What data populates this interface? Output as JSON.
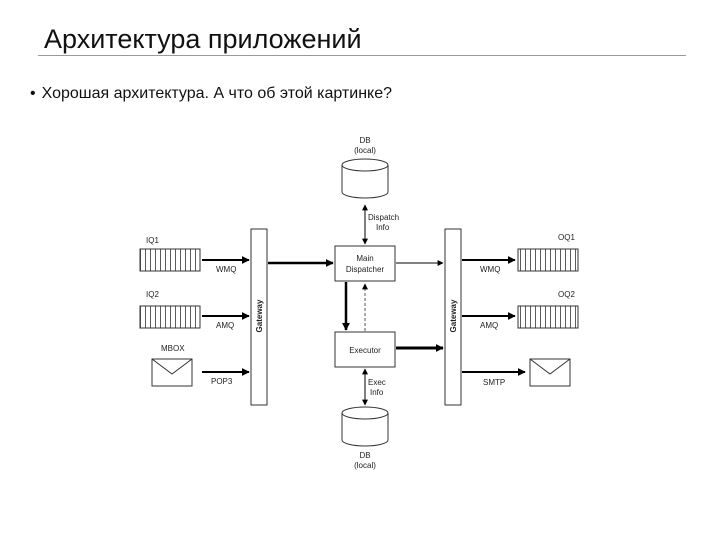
{
  "slide": {
    "title": "Архитектура приложений",
    "bullet": "Хорошая архитектура. А что об этой картинке?"
  },
  "diagram": {
    "db_top": [
      "DB",
      "(local)"
    ],
    "db_bottom": [
      "DB",
      "(local)"
    ],
    "dispatch_info": [
      "Dispatch",
      "Info"
    ],
    "exec_info": [
      "Exec",
      "Info"
    ],
    "main_dispatcher": [
      "Main",
      "Dispatcher"
    ],
    "executor": "Executor",
    "gateway_left": "Gateway",
    "gateway_right": "Gateway",
    "iq1": "IQ1",
    "iq2": "IQ2",
    "mbox": "MBOX",
    "oq1": "OQ1",
    "oq2": "OQ2",
    "wmq_in": "WMQ",
    "amq_in": "AMQ",
    "pop3": "POP3",
    "wmq_out": "WMQ",
    "amq_out": "AMQ",
    "smtp": "SMTP"
  }
}
